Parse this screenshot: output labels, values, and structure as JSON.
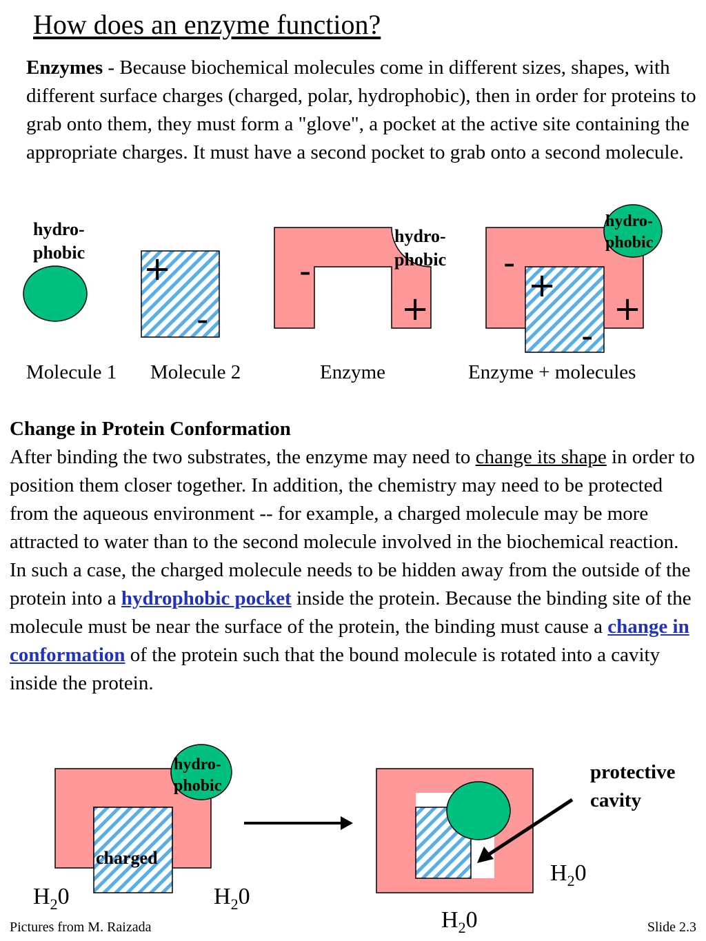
{
  "title": "How does an enzyme function?",
  "intro": {
    "term": "Enzymes",
    "text": " - Because biochemical molecules come in different sizes, shapes, with different surface charges (charged, polar, hydrophobic), then  in order for proteins to grab onto them, they must form a \"glove\", a pocket at the active site containing the appropriate charges. It must have a second pocket to grab onto a second molecule."
  },
  "diagram_top": {
    "hydrophobic_label": "hydro- phobic",
    "hydrophobic_line1": "hydro-",
    "hydrophobic_line2": "phobic",
    "plus": "+",
    "minus": "-",
    "labels": [
      "Molecule 1",
      "Molecule 2",
      "Enzyme",
      "Enzyme + molecules"
    ]
  },
  "section": {
    "heading": "Change in Protein Conformation",
    "p1": "After binding the two substrates, the enzyme may need to ",
    "p1_underline": "change its shape",
    "p2": " in order to position them closer together.  In addition, the chemistry may need to be protected from the aqueous environment -- for example, a charged molecule may be more attracted to water than to the second molecule involved in the biochemical reaction.  In such a case, the charged molecule needs to be hidden away from the outside of the protein into a ",
    "link1": "hydrophobic pocket",
    "p3": " inside the protein.  Because the binding site of the molecule must be near the surface of the protein, the binding must cause a ",
    "link2": "change in conformation",
    "p4": " of the protein such that the bound molecule is rotated into a cavity inside the protein."
  },
  "diagram_bottom": {
    "hydrophobic_line1": "hydro-",
    "hydrophobic_line2": "phobic",
    "charged": "charged",
    "protective_line1": "protective",
    "protective_line2": "cavity",
    "water_base": "H",
    "water_sub": "2",
    "water_end": "0"
  },
  "footer": {
    "credit": "Pictures from M. Raizada",
    "slide": "Slide 2.3"
  },
  "colors": {
    "enzyme": "#ff9999",
    "hydrophobic": "#00c080",
    "stripe": "#5aaee8",
    "link": "#2233bb"
  }
}
